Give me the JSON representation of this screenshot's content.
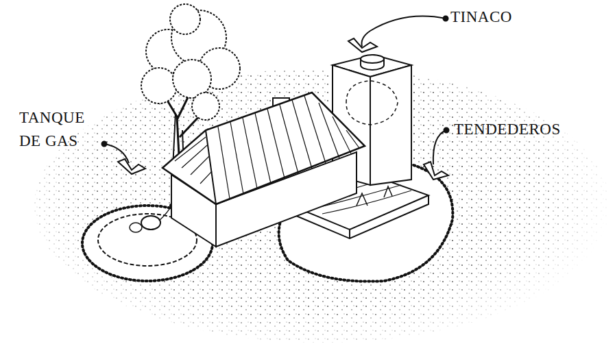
{
  "diagram": {
    "labels": [
      "TINACO",
      "TANQUE DE GAS",
      "TENDEDEROS"
    ]
  }
}
